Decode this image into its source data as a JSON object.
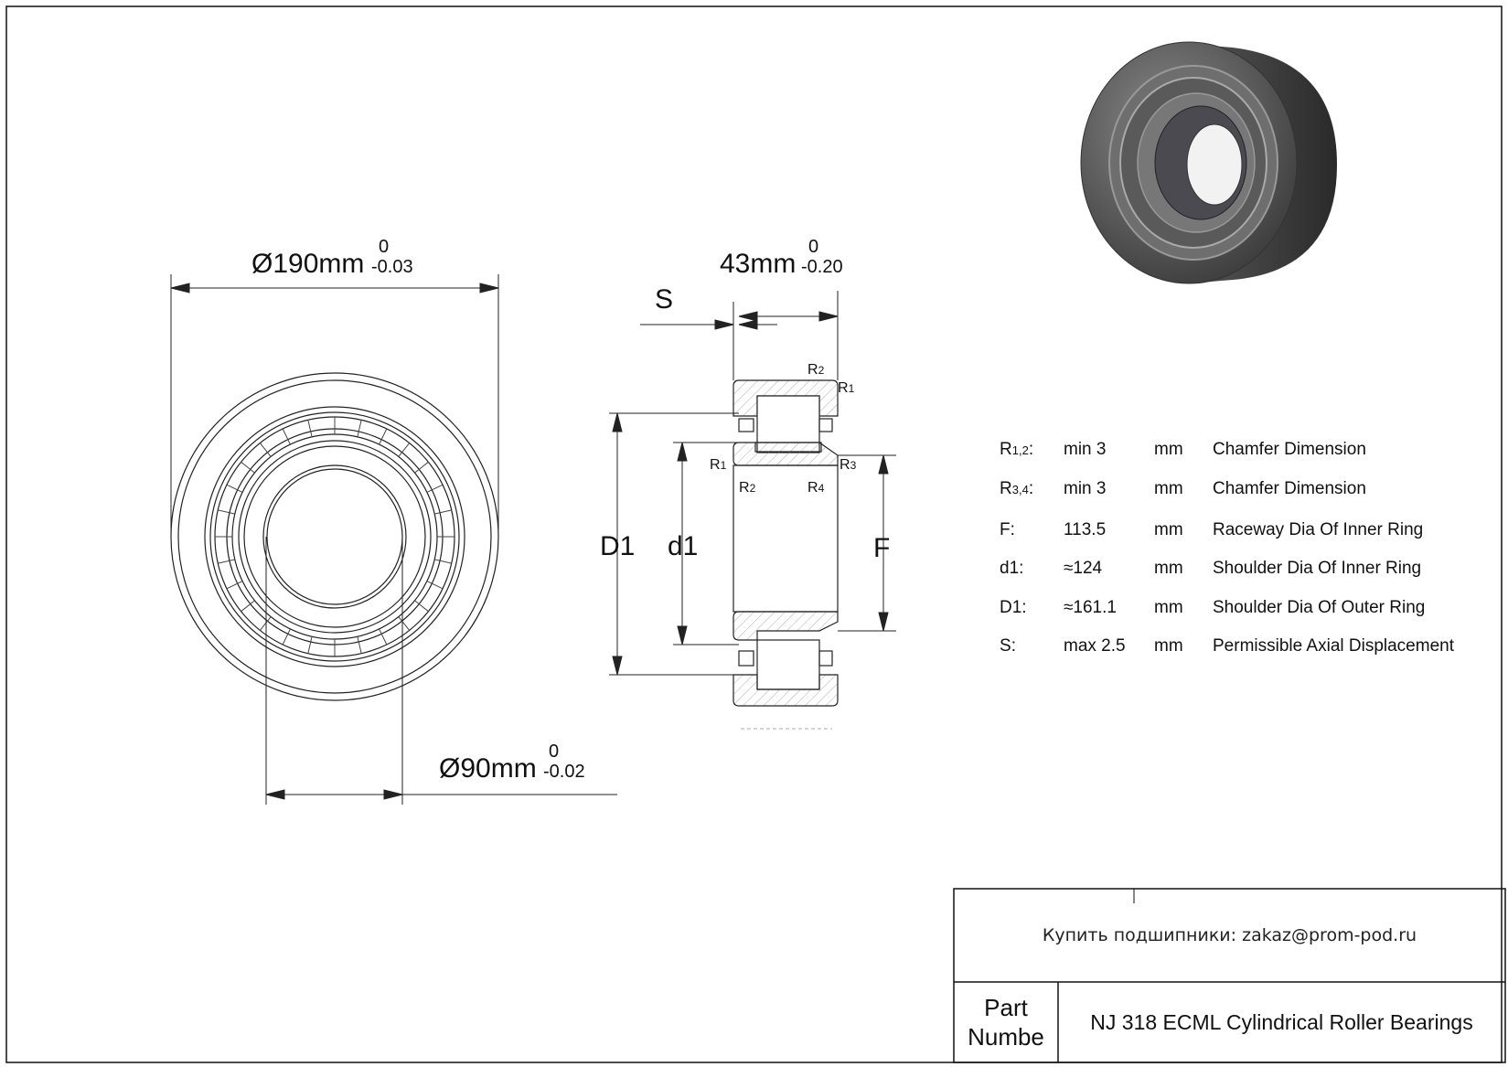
{
  "dimensions": {
    "outer_diameter": {
      "value": "Ø190mm",
      "upper_tol": "0",
      "lower_tol": "-0.03"
    },
    "bore_diameter": {
      "value": "Ø90mm",
      "upper_tol": "0",
      "lower_tol": "-0.02"
    },
    "width": {
      "value": "43mm",
      "upper_tol": "0",
      "lower_tol": "-0.20"
    },
    "labels": {
      "S": "S",
      "D1": "D1",
      "d1": "d1",
      "F": "F"
    },
    "radius_labels": {
      "R1": "R",
      "R1_sub": "1",
      "R2": "R",
      "R2_sub": "2",
      "R3": "R",
      "R3_sub": "3",
      "R4": "R",
      "R4_sub": "4"
    }
  },
  "specs": [
    {
      "symbol": "R",
      "symbol_sub": "1,2",
      "suffix": ":",
      "value": "min 3",
      "unit": "mm",
      "description": "Chamfer Dimension"
    },
    {
      "symbol": "R",
      "symbol_sub": "3,4",
      "suffix": ":",
      "value": "min 3",
      "unit": "mm",
      "description": "Chamfer Dimension"
    },
    {
      "symbol": "F",
      "symbol_sub": "",
      "suffix": ":",
      "value": "113.5",
      "unit": "mm",
      "description": "Raceway Dia Of Inner Ring"
    },
    {
      "symbol": "d1",
      "symbol_sub": "",
      "suffix": ":",
      "value": "≈124",
      "unit": "mm",
      "description": "Shoulder Dia Of Inner Ring"
    },
    {
      "symbol": "D1",
      "symbol_sub": "",
      "suffix": ":",
      "value": "≈161.1",
      "unit": "mm",
      "description": "Shoulder Dia Of Outer Ring"
    },
    {
      "symbol": "S",
      "symbol_sub": "",
      "suffix": ":",
      "value": "max 2.5",
      "unit": "mm",
      "description": "Permissible Axial Displacement"
    }
  ],
  "title_block": {
    "contact": "Купить подшипники: zakaz@prom-pod.ru",
    "part_label_line1": "Part",
    "part_label_line2": "Numbe",
    "part_name": "NJ 318 ECML Cylindrical Roller Bearings"
  }
}
